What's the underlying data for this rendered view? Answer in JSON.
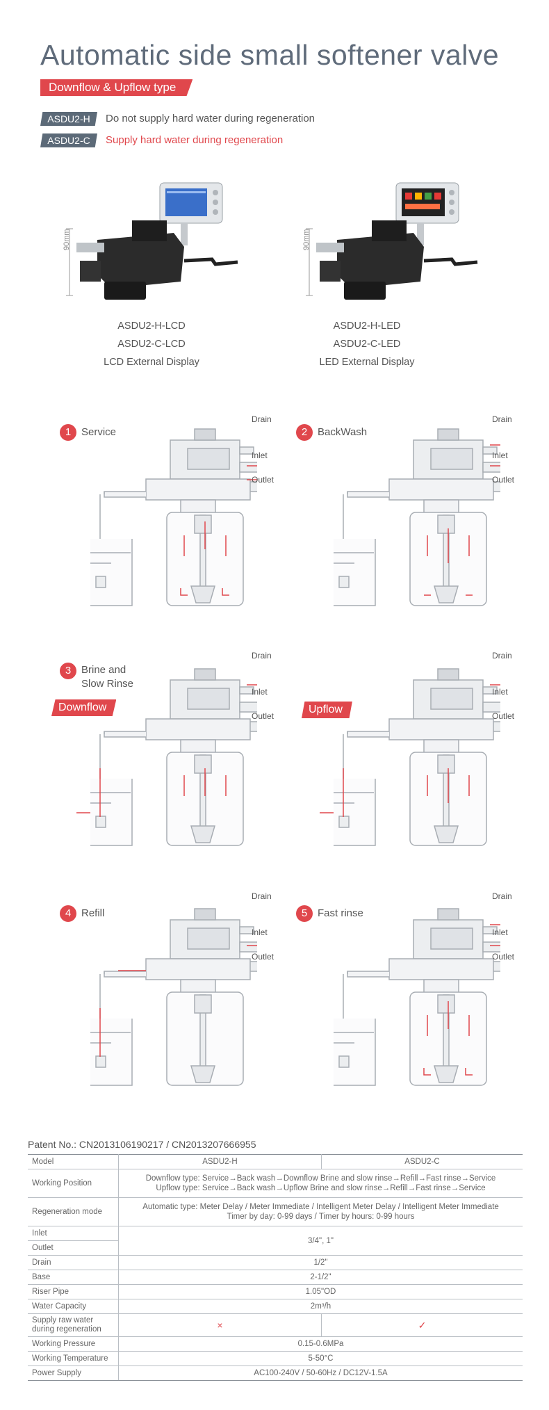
{
  "header": {
    "title": "Automatic side small softener valve",
    "tag": "Downflow & Upflow type",
    "codes": [
      {
        "code": "ASDU2-H",
        "desc": "Do not supply hard water during regeneration",
        "color": "#555555"
      },
      {
        "code": "ASDU2-C",
        "desc": "Supply hard water during regeneration",
        "color": "#e0474c"
      }
    ]
  },
  "products": [
    {
      "dimension": "90mm",
      "lines": [
        "ASDU2-H-LCD",
        "ASDU2-C-LCD",
        "LCD External Display"
      ]
    },
    {
      "dimension": "90mm",
      "lines": [
        "ASDU2-H-LED",
        "ASDU2-C-LED",
        "LED External Display"
      ]
    }
  ],
  "ports": {
    "drain": "Drain",
    "inlet": "Inlet",
    "outlet": "Outlet"
  },
  "steps": [
    {
      "num": "1",
      "label": "Service"
    },
    {
      "num": "2",
      "label": "BackWash"
    },
    {
      "num": "3",
      "label": "Brine and Slow Rinse"
    },
    {
      "num": "4",
      "label": "Refill"
    },
    {
      "num": "5",
      "label": "Fast rinse"
    }
  ],
  "flow_tags": {
    "downflow": "Downflow",
    "upflow": "Upflow"
  },
  "patent": "Patent No.: CN2013106190217 / CN2013207666955",
  "spec": {
    "model_label": "Model",
    "models": [
      "ASDU2-H",
      "ASDU2-C"
    ],
    "working_position_label": "Working Position",
    "working_position": [
      "Downflow type: Service→Back wash→Downflow Brine and slow rinse→Refill→Fast rinse→Service",
      "Upflow type: Service→Back wash→Upflow Brine and slow rinse→Refill→Fast rinse→Service"
    ],
    "regeneration_label": "Regeneration mode",
    "regeneration": [
      "Automatic type: Meter Delay / Meter Immediate / Intelligent Meter Delay / Intelligent Meter Immediate",
      "Timer by day: 0-99 days / Timer by hours: 0-99 hours"
    ],
    "inlet_label": "Inlet",
    "outlet_label": "Outlet",
    "inlet_outlet": "3/4\", 1\"",
    "drain_label": "Drain",
    "drain": "1/2\"",
    "base_label": "Base",
    "base": "2-1/2\"",
    "riser_label": "Riser Pipe",
    "riser": "1.05\"OD",
    "capacity_label": "Water Capacity",
    "capacity": "2m³/h",
    "supply_label_1": "Supply raw water",
    "supply_label_2": "during regeneration",
    "supply_h": "×",
    "supply_c": "✓",
    "pressure_label": "Working Pressure",
    "pressure": "0.15-0.6MPa",
    "temperature_label": "Working Temperature",
    "temperature": "5-50°C",
    "power_label": "Power Supply",
    "power": "AC100-240V / 50-60Hz / DC12V-1.5A"
  },
  "colors": {
    "accent": "#e0474c",
    "code_bg": "#5c6a78",
    "line": "#b9bec4"
  }
}
